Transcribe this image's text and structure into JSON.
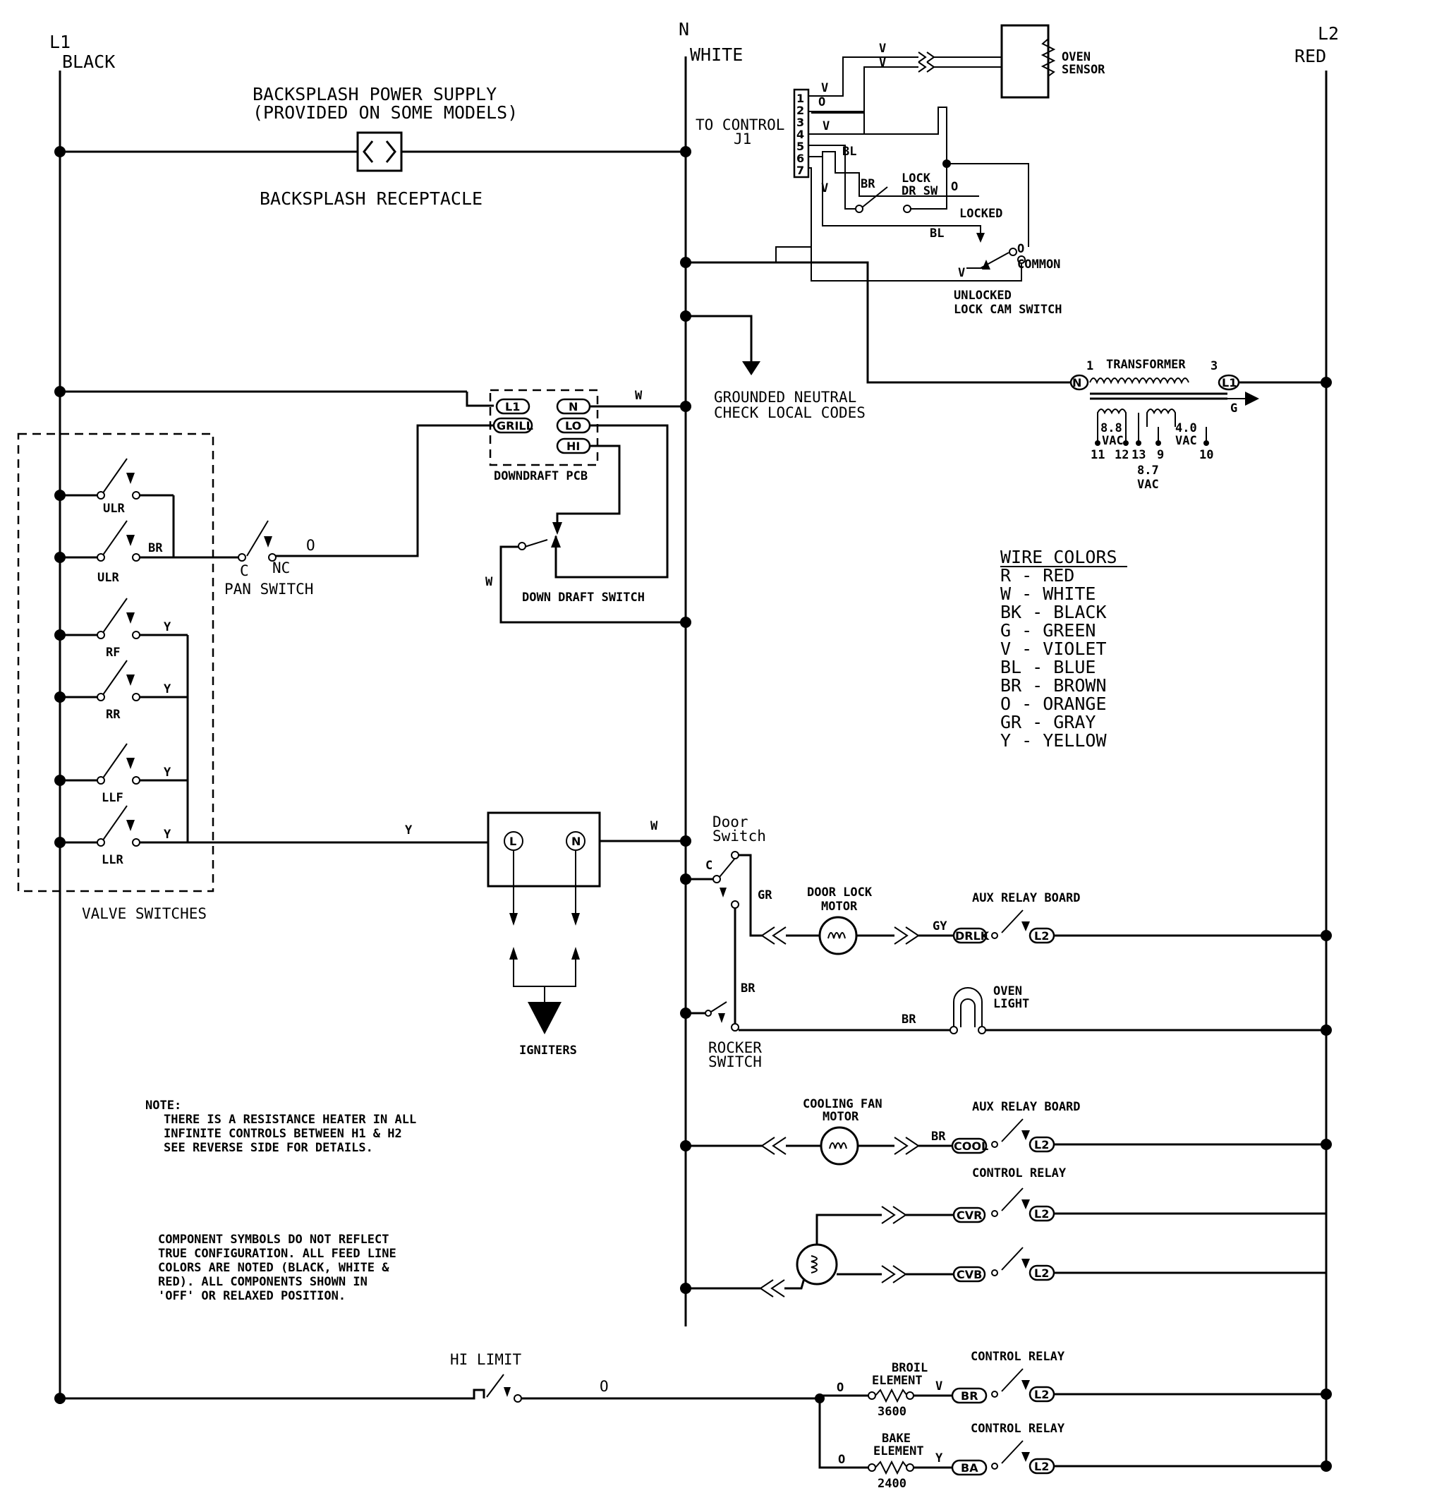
{
  "rails": {
    "l1": "L1",
    "l1_color": "BLACK",
    "n": "N",
    "n_color": "WHITE",
    "l2": "L2",
    "l2_color": "RED"
  },
  "backsplash": {
    "title1": "BACKSPLASH POWER SUPPLY",
    "title2": "(PROVIDED ON SOME MODELS)",
    "receptacle": "BACKSPLASH RECEPTACLE"
  },
  "control": {
    "label1": "TO CONTROL",
    "label2": "J1",
    "pins": [
      "1",
      "2",
      "3",
      "4",
      "5",
      "6",
      "7"
    ],
    "wire_v": "V",
    "wire_o": "O",
    "wire_bl": "BL",
    "wire_br": "BR",
    "oven_sensor1": "OVEN",
    "oven_sensor2": "SENSOR",
    "lock_dr_sw1": "LOCK",
    "lock_dr_sw2": "DR SW",
    "locked": "LOCKED",
    "common": "COMMON",
    "unlocked": "UNLOCKED",
    "lock_cam": "LOCK CAM SWITCH"
  },
  "ground": {
    "line1": "GROUNDED NEUTRAL",
    "line2": "CHECK LOCAL CODES"
  },
  "transformer": {
    "title": "TRANSFORMER",
    "pin1": "1",
    "pin3": "3",
    "n": "N",
    "l1": "L1",
    "g": "G",
    "sec1_v": "8.8",
    "sec1_u": "VAC",
    "sec2_v": "4.0",
    "sec2_u": "VAC",
    "pins_bottom": [
      "11",
      "12",
      "13",
      "9",
      "10"
    ],
    "sec3_v": "8.7",
    "sec3_u": "VAC"
  },
  "downdraft": {
    "pcb": "DOWNDRAFT PCB",
    "l1": "L1",
    "grill": "GRILL",
    "n": "N",
    "lo": "LO",
    "hi": "HI",
    "wire_w": "W",
    "switch": "DOWN DRAFT SWITCH"
  },
  "pan": {
    "label": "PAN SWITCH",
    "c": "C",
    "nc": "NC",
    "wire_o": "O"
  },
  "valves": {
    "title": "VALVE SWITCHES",
    "names": [
      "ULR",
      "ULR",
      "RF",
      "RR",
      "LLF",
      "LLR"
    ],
    "wire_br": "BR",
    "wire_y": "Y"
  },
  "igniters": {
    "label": "IGNITERS",
    "l": "L",
    "n": "N",
    "wire_y": "Y",
    "wire_w": "W"
  },
  "wire_colors": {
    "title": "WIRE COLORS",
    "items": [
      "R - RED",
      "W - WHITE",
      "BK - BLACK",
      "G - GREEN",
      "V - VIOLET",
      "BL - BLUE",
      "BR - BROWN",
      "O - ORANGE",
      "GR - GRAY",
      "Y - YELLOW"
    ]
  },
  "door": {
    "switch1": "Door",
    "switch2": "Switch",
    "c": "C",
    "wire_gr": "GR",
    "motor1": "DOOR LOCK",
    "motor2": "MOTOR",
    "wire_gy": "GY",
    "drlk": "DRLK",
    "l2": "L2",
    "aux": "AUX RELAY BOARD",
    "wire_br": "BR",
    "light1": "OVEN",
    "light2": "LIGHT",
    "rocker1": "ROCKER",
    "rocker2": "SWITCH"
  },
  "cooling": {
    "motor1": "COOLING FAN",
    "motor2": "MOTOR",
    "aux": "AUX RELAY BOARD",
    "wire_br": "BR",
    "cool": "COOL",
    "l2": "L2"
  },
  "convection": {
    "relay": "CONTROL RELAY",
    "cvr": "CVR",
    "cvb": "CVB",
    "l2": "L2"
  },
  "notes": {
    "note1": [
      "NOTE:",
      "THERE IS A RESISTANCE HEATER IN ALL",
      "INFINITE CONTROLS BETWEEN H1 & H2",
      "SEE REVERSE SIDE FOR DETAILS."
    ],
    "note2": [
      "COMPONENT SYMBOLS DO NOT REFLECT",
      "TRUE CONFIGURATION. ALL FEED LINE",
      "COLORS ARE NOTED (BLACK, WHITE &",
      "RED). ALL COMPONENTS SHOWN IN",
      "'OFF' OR RELAXED POSITION."
    ]
  },
  "elements": {
    "hi_limit": "HI LIMIT",
    "wire_o": "O",
    "broil1": "BROIL",
    "broil2": "ELEMENT",
    "broil_w": "3600",
    "bake1": "BAKE",
    "bake2": "ELEMENT",
    "bake_w": "2400",
    "wire_v": "V",
    "wire_y": "Y",
    "br": "BR",
    "ba": "BA",
    "l2": "L2",
    "relay": "CONTROL RELAY"
  }
}
